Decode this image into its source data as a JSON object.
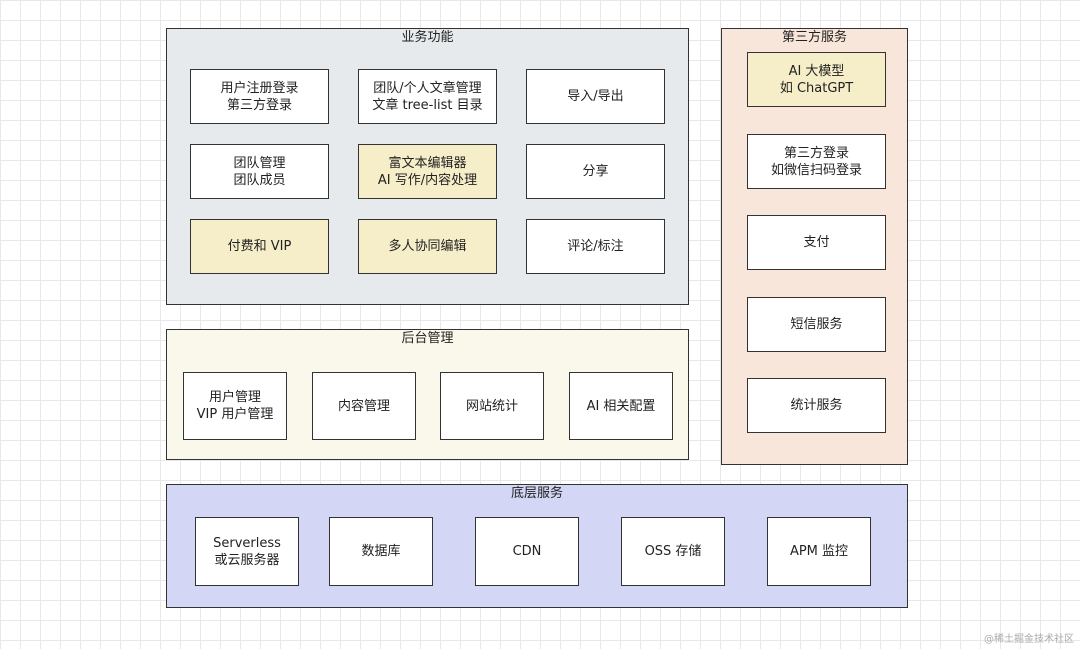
{
  "business": {
    "title": "业务功能",
    "items": [
      "用户注册登录\n第三方登录",
      "团队/个人文章管理\n文章 tree-list 目录",
      "导入/导出",
      "团队管理\n团队成员",
      "富文本编辑器\nAI 写作/内容处理",
      "分享",
      "付费和 VIP",
      "多人协同编辑",
      "评论/标注"
    ]
  },
  "admin": {
    "title": "后台管理",
    "items": [
      "用户管理\nVIP 用户管理",
      "内容管理",
      "网站统计",
      "AI 相关配置"
    ]
  },
  "third_party": {
    "title": "第三方服务",
    "items": [
      "AI 大模型\n如 ChatGPT",
      "第三方登录\n如微信扫码登录",
      "支付",
      "短信服务",
      "统计服务"
    ]
  },
  "infra": {
    "title": "底层服务",
    "items": [
      "Serverless\n或云服务器",
      "数据库",
      "CDN",
      "OSS 存储",
      "APM 监控"
    ]
  },
  "colors": {
    "business_bg": "#e7eaec",
    "admin_bg": "#faf8ea",
    "third_party_bg": "#f8e6da",
    "infra_bg": "#d4d6f5",
    "highlight_box": "#f5eec8"
  },
  "watermark": "@稀土掘金技术社区"
}
